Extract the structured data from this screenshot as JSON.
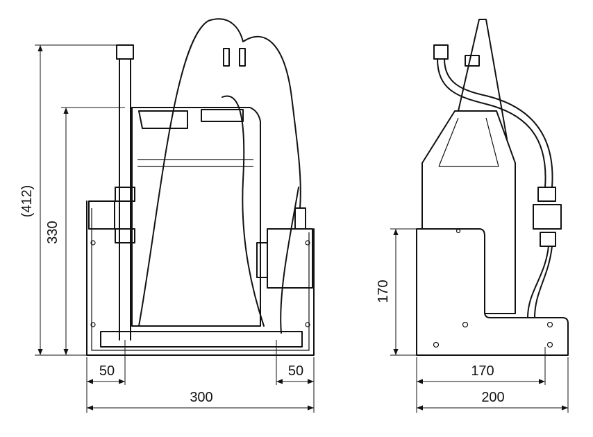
{
  "front_view": {
    "dimensions": {
      "overall_height": "(412)",
      "tank_height": "330",
      "left_offset": "50",
      "right_offset": "50",
      "width": "300"
    }
  },
  "side_view": {
    "dimensions": {
      "base_height": "170",
      "inner_depth": "170",
      "depth": "200"
    }
  }
}
